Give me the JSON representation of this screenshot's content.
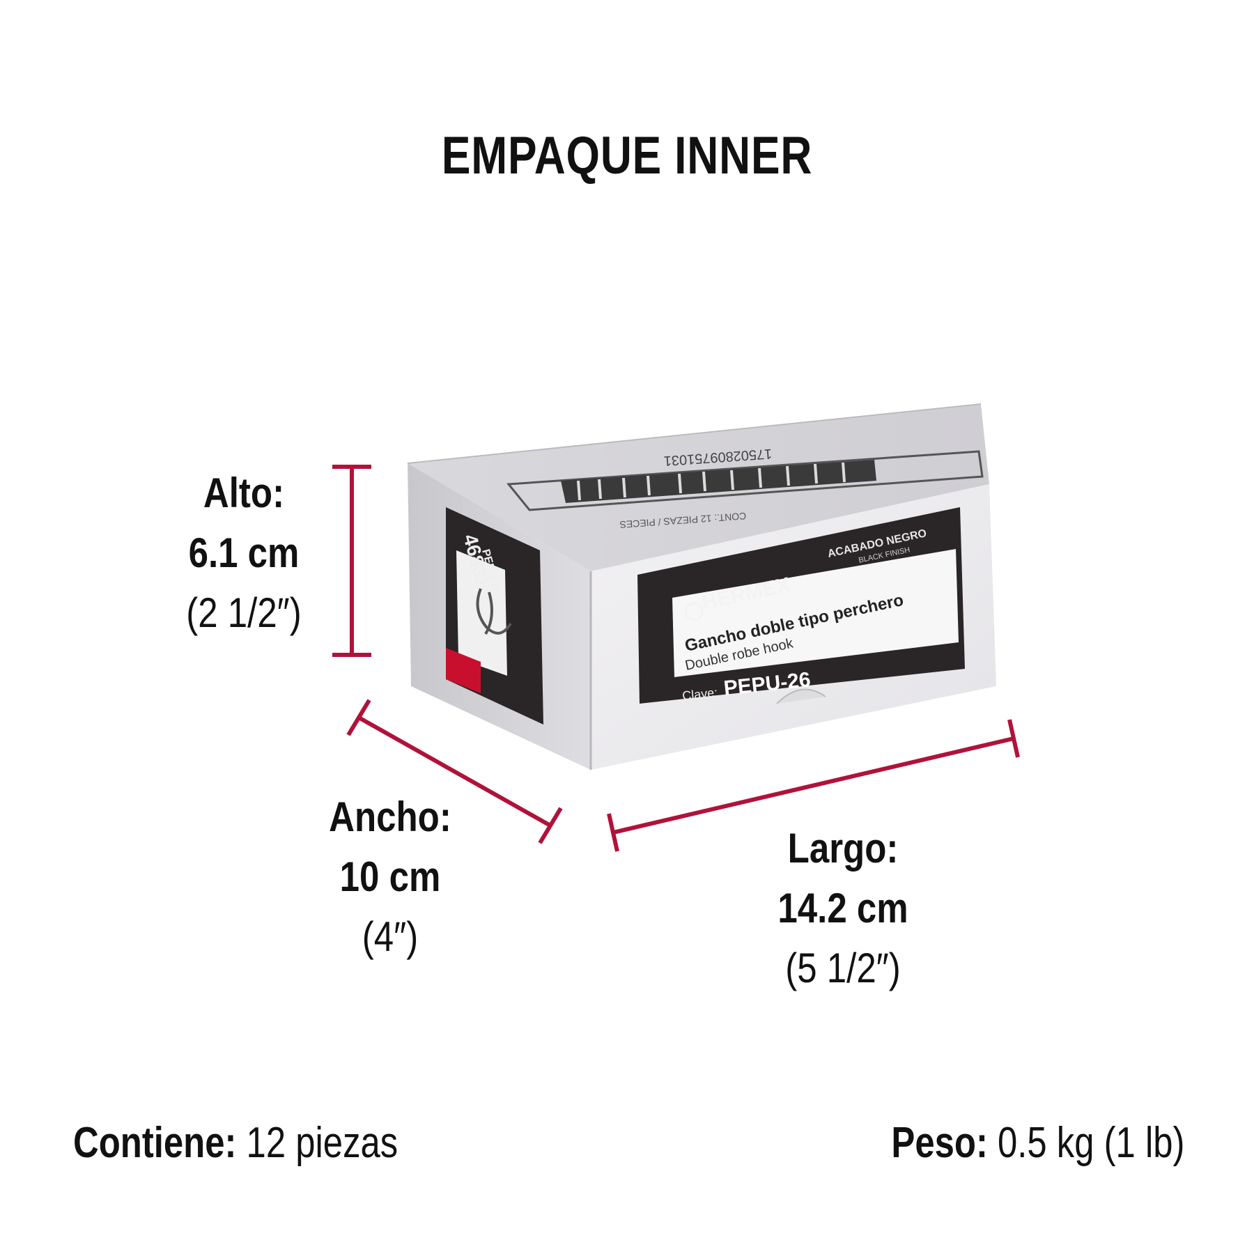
{
  "title": "EMPAQUE INNER",
  "dimensions": {
    "alto": {
      "label": "Alto:",
      "metric": "6.1 cm",
      "imperial": "(2 1/2″)"
    },
    "ancho": {
      "label": "Ancho:",
      "metric": "10 cm",
      "imperial": "(4″)"
    },
    "largo": {
      "label": "Largo:",
      "metric": "14.2 cm",
      "imperial": "(5 1/2″)"
    }
  },
  "footer": {
    "contiene_label": "Contiene:",
    "contiene_value": "12 piezas",
    "peso_label": "Peso:",
    "peso_value": "0.5 kg (1 lb)"
  },
  "box": {
    "brand": "HERMEX",
    "finish_es": "ACABADO NEGRO",
    "finish_en": "BLACK FINISH",
    "product_es": "Gancho doble tipo perchero",
    "product_en": "Double robe hook",
    "clave_label": "Clave:",
    "clave_value": "PEPU-26",
    "side_code": "46831",
    "side_model": "PEPU-26",
    "top_contents": "CONT.: 12 PIEZAS / PIECES",
    "top_barcode_number": "17502809751031"
  },
  "colors": {
    "accent": "#b0123a",
    "label_dark": "#2a2526"
  }
}
